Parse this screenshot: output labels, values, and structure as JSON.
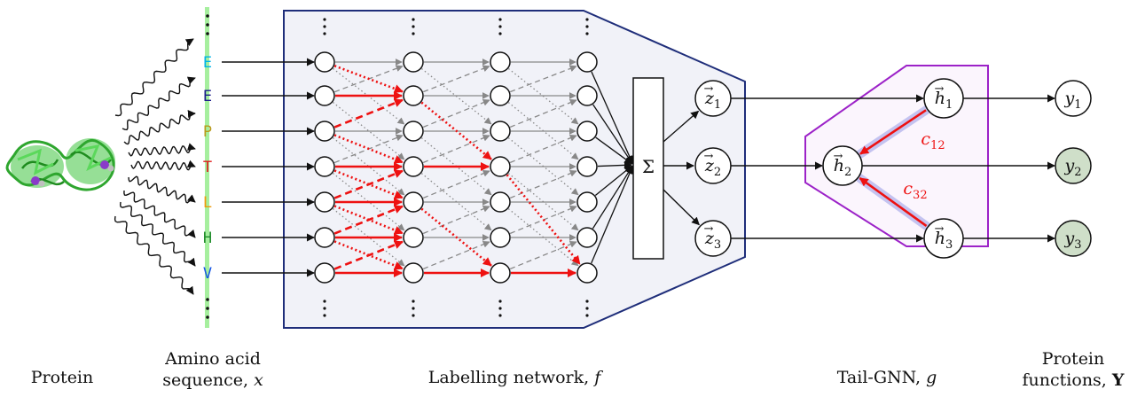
{
  "colors": {
    "red": "#ee1111",
    "gray": "#888888",
    "panel_fill": "#f1f2f8",
    "panel_stroke": "#1f2e7a",
    "gnn_stroke": "#9c22c8",
    "gnn_fill": "#fbf5fd",
    "output_fill": "#cfdfc9",
    "sequence_bar": "#a6ef9e",
    "protein_green": "#3fc43f",
    "protein_purple": "#8a3bc9"
  },
  "sequence": [
    {
      "letter": "E",
      "color": "#00b3e6"
    },
    {
      "letter": "E",
      "color": "#1b1b8a"
    },
    {
      "letter": "P",
      "color": "#b89a1a"
    },
    {
      "letter": "T",
      "color": "#e01a1a"
    },
    {
      "letter": "L",
      "color": "#ef9a0a"
    },
    {
      "letter": "H",
      "color": "#1f8c2a"
    },
    {
      "letter": "V",
      "color": "#1555e6"
    }
  ],
  "labelling": {
    "sum_symbol": "Σ",
    "outputs": [
      {
        "base": "z",
        "sub": "1"
      },
      {
        "base": "z",
        "sub": "2"
      },
      {
        "base": "z",
        "sub": "3"
      }
    ]
  },
  "gnn": {
    "nodes": [
      {
        "base": "h",
        "sub": "1"
      },
      {
        "base": "h",
        "sub": "2"
      },
      {
        "base": "h",
        "sub": "3"
      }
    ],
    "edges": [
      {
        "base": "c",
        "sub": "12"
      },
      {
        "base": "c",
        "sub": "32"
      }
    ]
  },
  "functions": [
    {
      "base": "y",
      "sub": "1",
      "highlighted": false
    },
    {
      "base": "y",
      "sub": "2",
      "highlighted": true
    },
    {
      "base": "y",
      "sub": "3",
      "highlighted": true
    }
  ],
  "captions": {
    "protein": "Protein",
    "sequence_line1": "Amino acid",
    "sequence_line2": "sequence, ",
    "sequence_var": "x",
    "labelling": "Labelling network, ",
    "labelling_var": "f",
    "tail": "Tail-GNN, ",
    "tail_var": "g",
    "functions_line1": "Protein",
    "functions_line2": "functions, ",
    "functions_var": "Y"
  }
}
